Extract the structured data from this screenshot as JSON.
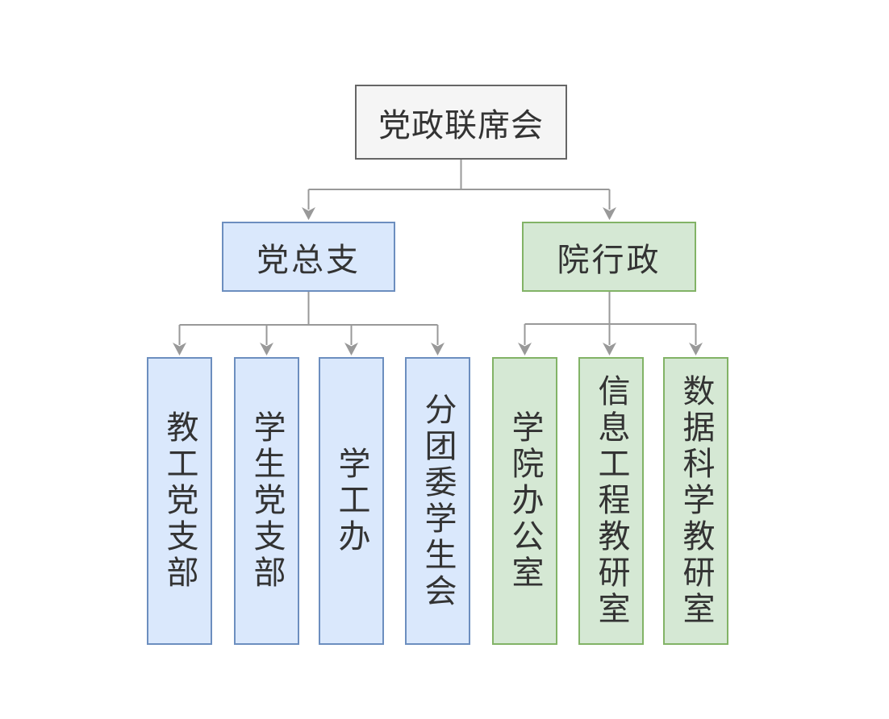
{
  "diagram": {
    "type": "org-chart",
    "root": {
      "label": "党政联席会"
    },
    "branches": [
      {
        "label": "党总支",
        "theme": "blue",
        "children": [
          "教工党支部",
          "学生党支部",
          "学工办",
          "分团委学生会"
        ]
      },
      {
        "label": "院行政",
        "theme": "green",
        "children": [
          "学院办公室",
          "信息工程教研室",
          "数据科学教研室"
        ]
      }
    ],
    "leaves": [
      {
        "label": "教工党支部",
        "theme": "blue",
        "parent": "党总支"
      },
      {
        "label": "学生党支部",
        "theme": "blue",
        "parent": "党总支"
      },
      {
        "label": "学工办",
        "theme": "blue",
        "parent": "党总支"
      },
      {
        "label": "分团委学生会",
        "theme": "blue",
        "parent": "党总支"
      },
      {
        "label": "学院办公室",
        "theme": "green",
        "parent": "院行政"
      },
      {
        "label": "信息工程教研室",
        "theme": "green",
        "parent": "院行政"
      },
      {
        "label": "数据科学教研室",
        "theme": "green",
        "parent": "院行政"
      }
    ],
    "colors": {
      "root_fill": "#f5f5f5",
      "root_border": "#666666",
      "blue_fill": "#dae8fc",
      "blue_border": "#6c8ebf",
      "green_fill": "#d5e8d4",
      "green_border": "#82b366",
      "connector": "#999999",
      "text": "#333333",
      "background": "#ffffff"
    }
  }
}
